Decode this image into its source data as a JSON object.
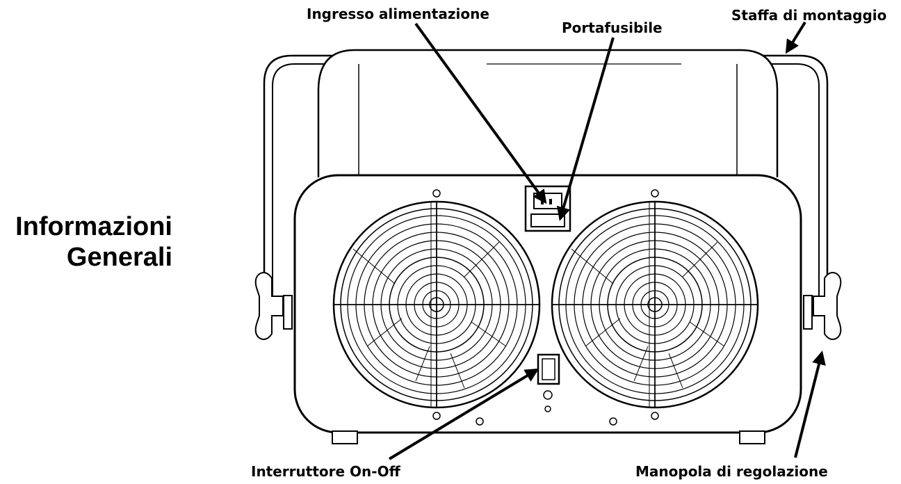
{
  "section": {
    "heading_line1": "Informazioni",
    "heading_line2": "Generali"
  },
  "callouts": {
    "power_inlet": "Ingresso alimentazione",
    "fuse_holder": "Portafusibile",
    "mounting_bracket": "Staffa di montaggio",
    "power_switch": "Interruttore On-Off",
    "adjustment_knob": "Manopola di regolazione"
  },
  "colors": {
    "line": "#000000",
    "background": "#ffffff"
  }
}
